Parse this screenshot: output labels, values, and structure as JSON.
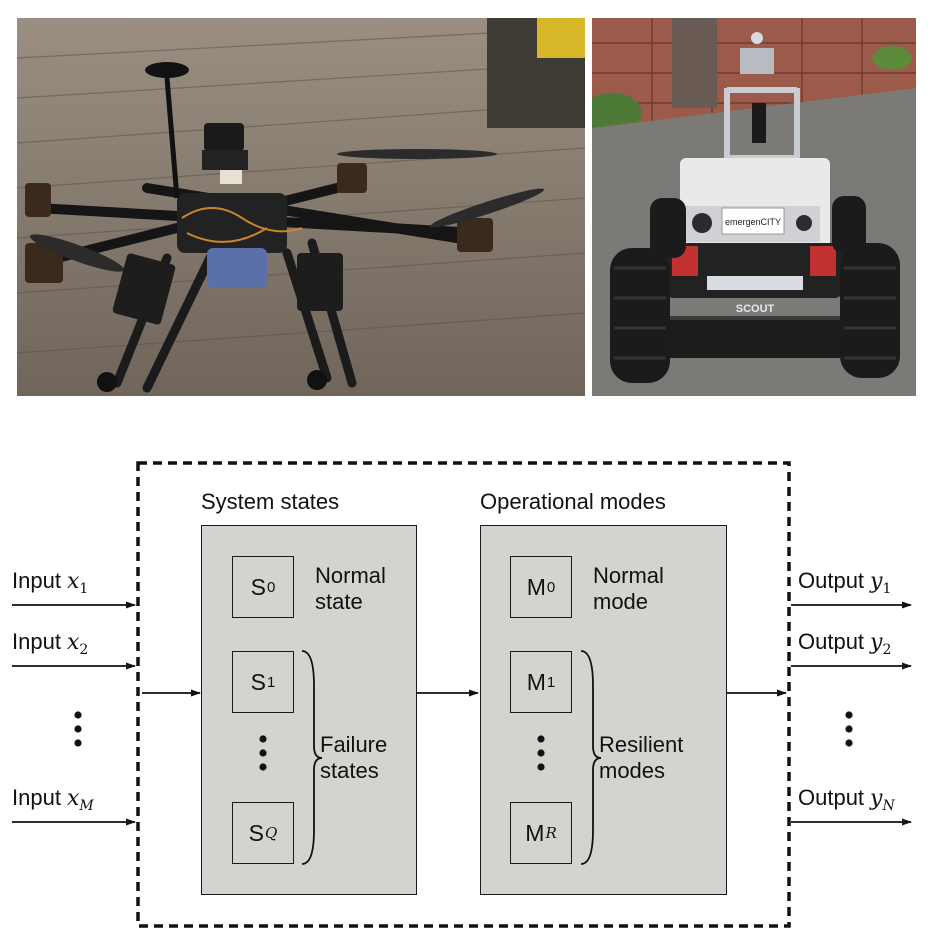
{
  "photos": {
    "drone_alt": "",
    "rover_badge": "emergenCITY",
    "rover_brand": "SCOUT"
  },
  "diagram": {
    "system_states_title": "System states",
    "operational_modes_title": "Operational modes",
    "states": {
      "normal_symbol": "S",
      "normal_sub": "0",
      "normal_label_line1": "Normal",
      "normal_label_line2": "state",
      "first_failure_symbol": "S",
      "first_failure_sub": "1",
      "last_failure_symbol": "S",
      "last_failure_sub": "Q",
      "failure_label_line1": "Failure",
      "failure_label_line2": "states"
    },
    "modes": {
      "normal_symbol": "M",
      "normal_sub": "0",
      "normal_label_line1": "Normal",
      "normal_label_line2": "mode",
      "first_resilient_symbol": "M",
      "first_resilient_sub": "1",
      "last_resilient_symbol": "M",
      "last_resilient_sub": "R",
      "resilient_label_line1": "Resilient",
      "resilient_label_line2": "modes"
    },
    "inputs": [
      {
        "label": "Input",
        "var": "x",
        "sub": "1"
      },
      {
        "label": "Input",
        "var": "x",
        "sub": "2"
      },
      {
        "label": "Input",
        "var": "x",
        "sub": "M"
      }
    ],
    "outputs": [
      {
        "label": "Output",
        "var": "y",
        "sub": "1"
      },
      {
        "label": "Output",
        "var": "y",
        "sub": "2"
      },
      {
        "label": "Output",
        "var": "y",
        "sub": "N"
      }
    ]
  }
}
